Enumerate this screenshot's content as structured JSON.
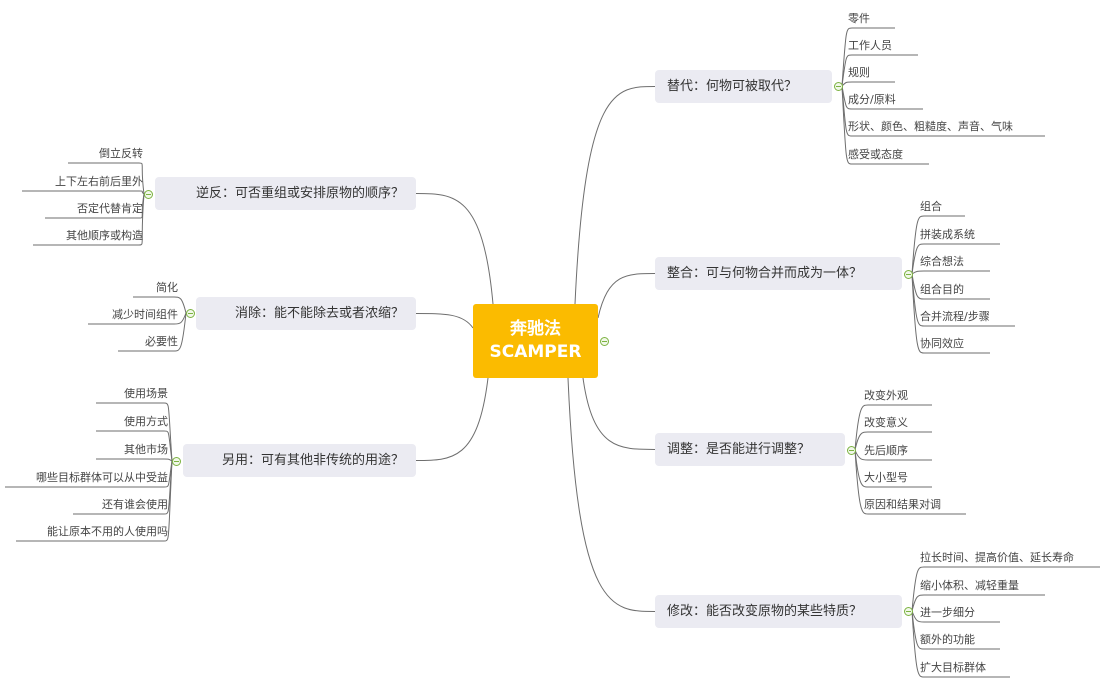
{
  "center": {
    "title": "奔驰法",
    "subtitle": "SCAMPER"
  },
  "colors": {
    "center": "#fbbb00",
    "branch_bg": "#ebebf2",
    "line": "#6e6e6e",
    "knob": "#7cb342"
  },
  "branches": [
    {
      "label": "替代：何物可被取代？",
      "side": "right",
      "leaves": [
        "零件",
        "工作人员",
        "规则",
        "成分/原料",
        "形状、颜色、粗糙度、声音、气味",
        "感受或态度"
      ]
    },
    {
      "label": "整合：可与何物合并而成为一体？",
      "side": "right",
      "leaves": [
        "组合",
        "拼装成系统",
        "综合想法",
        "组合目的",
        "合并流程/步骤",
        "协同效应"
      ]
    },
    {
      "label": "调整：是否能进行调整？",
      "side": "right",
      "leaves": [
        "改变外观",
        "改变意义",
        "先后顺序",
        "大小型号",
        "原因和结果对调"
      ]
    },
    {
      "label": "修改：能否改变原物的某些特质？",
      "side": "right",
      "leaves": [
        "拉长时间、提高价值、延长寿命",
        "缩小体积、减轻重量",
        "进一步细分",
        "额外的功能",
        "扩大目标群体"
      ]
    },
    {
      "label": "逆反：可否重组或安排原物的顺序？",
      "side": "left",
      "leaves": [
        "倒立反转",
        "上下左右前后里外",
        "否定代替肯定",
        "其他顺序或构造"
      ]
    },
    {
      "label": "消除：能不能除去或者浓缩？",
      "side": "left",
      "leaves": [
        "简化",
        "减少时间组件",
        "必要性"
      ]
    },
    {
      "label": "另用：可有其他非传统的用途？",
      "side": "left",
      "leaves": [
        "使用场景",
        "使用方式",
        "其他市场",
        "哪些目标群体可以从中受益",
        "还有谁会使用",
        "能让原本不用的人使用吗"
      ]
    }
  ]
}
